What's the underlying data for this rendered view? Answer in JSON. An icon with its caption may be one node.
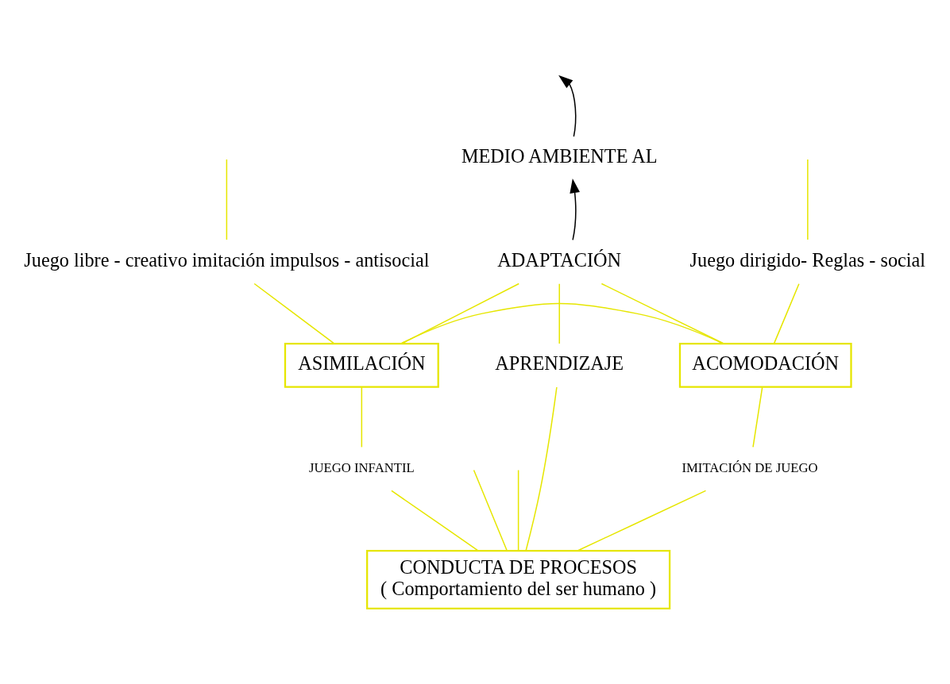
{
  "diagram": {
    "nodes": [
      {
        "text": [
          "MEDIO AMBIENTE AL"
        ]
      },
      {
        "text": [
          "Juego libre - creativo imitación impulsos - antisocial"
        ]
      },
      {
        "text": [
          "ADAPTACIÓN"
        ]
      },
      {
        "text": [
          "Juego dirigido- Reglas - social"
        ]
      },
      {
        "text": [
          "ASIMILACIÓN"
        ]
      },
      {
        "text": [
          "APRENDIZAJE"
        ]
      },
      {
        "text": [
          "ACOMODACIÓN"
        ]
      },
      {
        "text": [
          "JUEGO INFANTIL"
        ]
      },
      {
        "text": [
          "IMITACIÓN DE JUEGO"
        ]
      },
      {
        "text": [
          "CONDUCTA DE PROCESOS",
          "( Comportamiento del ser humano )"
        ]
      }
    ],
    "edges": [
      {
        "from": 0,
        "to": null,
        "arrow": "to",
        "color": "#000000"
      },
      {
        "from": 2,
        "to": 0,
        "arrow": "to",
        "color": "#000000"
      },
      {
        "from": null,
        "to": 1,
        "arrow": "none"
      },
      {
        "from": null,
        "to": 3,
        "arrow": "none"
      },
      {
        "from": 1,
        "to": 4,
        "arrow": "none"
      },
      {
        "from": 2,
        "to": 4,
        "arrow": "none"
      },
      {
        "from": 2,
        "to": 5,
        "arrow": "none"
      },
      {
        "from": 2,
        "to": 6,
        "arrow": "none"
      },
      {
        "from": 3,
        "to": 6,
        "arrow": "none"
      },
      {
        "from": 4,
        "to": 6,
        "arrow": "none"
      },
      {
        "from": 4,
        "to": 7,
        "arrow": "none"
      },
      {
        "from": 6,
        "to": 8,
        "arrow": "none"
      },
      {
        "from": null,
        "to": 9,
        "arrow": "none"
      },
      {
        "from": 7,
        "to": 9,
        "arrow": "none"
      },
      {
        "from": 5,
        "to": 9,
        "arrow": "none"
      },
      {
        "from": 8,
        "to": 9,
        "arrow": "none"
      },
      {
        "from": null,
        "to": 9,
        "arrow": "none"
      }
    ]
  }
}
